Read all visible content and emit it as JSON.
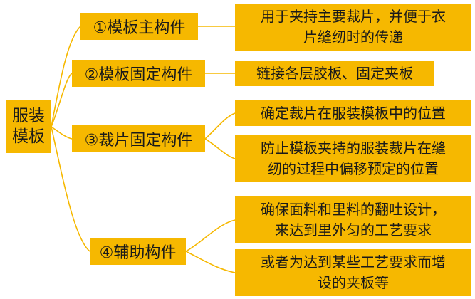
{
  "root": {
    "line1": "服装",
    "line2": "模板"
  },
  "branches": [
    "①模板主构件",
    "②模板固定构件",
    "③裁片固定构件",
    "④辅助构件"
  ],
  "leaves": [
    {
      "line1": "用于夹持主要裁片，并便于衣",
      "line2": "片缝纫时的传递"
    },
    {
      "line1": "链接各层胶板、固定夹板",
      "line2": ""
    },
    {
      "line1": "确定裁片在服装模板中的位置",
      "line2": ""
    },
    {
      "line1": "防止模板夹持的服装裁片在缝",
      "line2": "纫的过程中偏移预定的位置"
    },
    {
      "line1": "确保面料和里料的翻吐设计，",
      "line2": "来达到里外匀的工艺要求"
    },
    {
      "line1": "或者为达到某些工艺要求而增",
      "line2": "设的夹板等"
    }
  ],
  "colors": {
    "box": "#f6b800",
    "line": "#f6b800",
    "text": "#1a1a1a"
  }
}
